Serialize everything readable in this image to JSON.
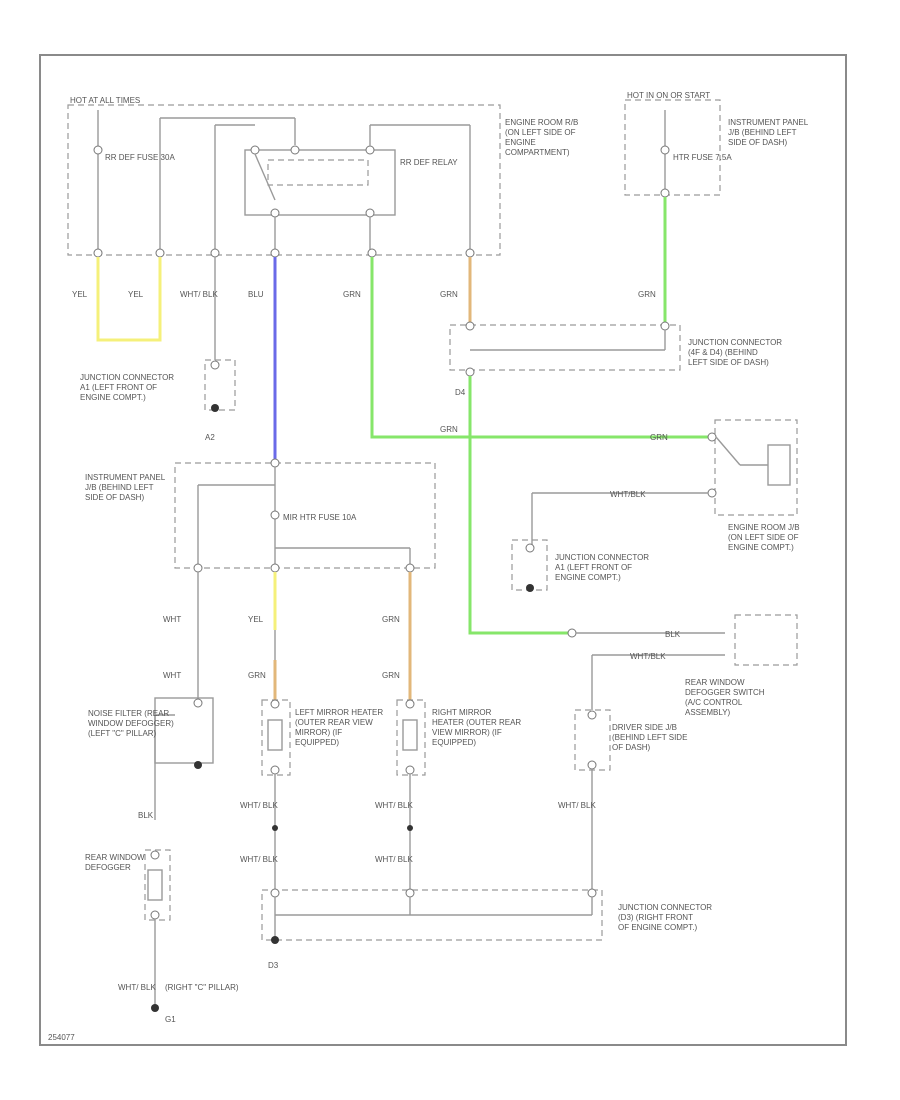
{
  "colors": {
    "yellow": "#f5f07a",
    "blue": "#6a6ae8",
    "green": "#86e66a",
    "tan": "#e2b77a",
    "wire": "#9a9a9a"
  },
  "labels": {
    "hot_accessory": "HOT AT ALL TIMES",
    "engine_room_rb": "ENGINE ROOM R/B (ON LEFT SIDE OF ENGINE COMPARTMENT)",
    "rr_def_fuse": "RR DEF FUSE 30A",
    "rr_def_relay": "RR DEF RELAY",
    "hot_in_on": "HOT IN ON OR START",
    "instrument_panel_jb_top": "INSTRUMENT PANEL J/B (BEHIND LEFT SIDE OF DASH)",
    "htr_fuse": "HTR FUSE 7.5A",
    "yel1": "YEL",
    "yel2": "YEL",
    "wht_blk_top": "WHT/ BLK",
    "blu": "BLU",
    "grn_top": "GRN",
    "grn_tan": "GRN",
    "grn_right": "GRN",
    "junction_a1": "JUNCTION CONNECTOR A1 (LEFT FRONT OF ENGINE COMPT.)",
    "a2": "A2",
    "junction_dash": "JUNCTION CONNECTOR (4F & D4) (BEHIND LEFT SIDE OF DASH)",
    "d4": "D4",
    "grn_mid": "GRN",
    "grn_mid2": "GRN",
    "instrument_panel_jb": "INSTRUMENT PANEL J/B (BEHIND LEFT SIDE OF DASH)",
    "mir_htr_fuse": "MIR HTR FUSE 10A",
    "wht_blk_mid": "WHT/BLK",
    "engine_room_jb": "ENGINE ROOM J/B (ON LEFT SIDE OF ENGINE COMPT.)",
    "junction_a1b": "JUNCTION CONNECTOR A1 (LEFT FRONT OF ENGINE COMPT.)",
    "wht1": "WHT",
    "yel3": "YEL",
    "grn3": "GRN",
    "blk_switch": "BLK",
    "wht_blk_switch": "WHT/BLK",
    "rear_window_switch": "REAR WINDOW DEFOGGER SWITCH (A/C CONTROL ASSEMBLY)",
    "wht2": "WHT",
    "grn4": "GRN",
    "grn5": "GRN",
    "noise_filter": "NOISE FILTER (REAR WINDOW DEFOGGER) (LEFT \"C\" PILLAR)",
    "left_mirror": "LEFT MIRROR HEATER (OUTER REAR VIEW MIRROR) (IF EQUIPPED)",
    "right_mirror": "RIGHT MIRROR HEATER (OUTER REAR VIEW MIRROR) (IF EQUIPPED)",
    "driver_jb": "DRIVER SIDE J/B (BEHIND LEFT SIDE OF DASH)",
    "blk1": "BLK",
    "wht_blk_l": "WHT/ BLK",
    "wht_blk_r": "WHT/ BLK",
    "wht_blk_d": "WHT/ BLK",
    "wht_blk_l2": "WHT/ BLK",
    "wht_blk_r2": "WHT/ BLK",
    "rear_window_defogger": "REAR WINDOW DEFOGGER",
    "junction_d3": "JUNCTION CONNECTOR (D3) (RIGHT FRONT OF ENGINE COMPT.)",
    "d3": "D3",
    "wht_blk_bottom": "WHT/ BLK",
    "right_c_pillar": "(RIGHT \"C\" PILLAR)",
    "g1": "G1",
    "figure_id": "254077"
  }
}
